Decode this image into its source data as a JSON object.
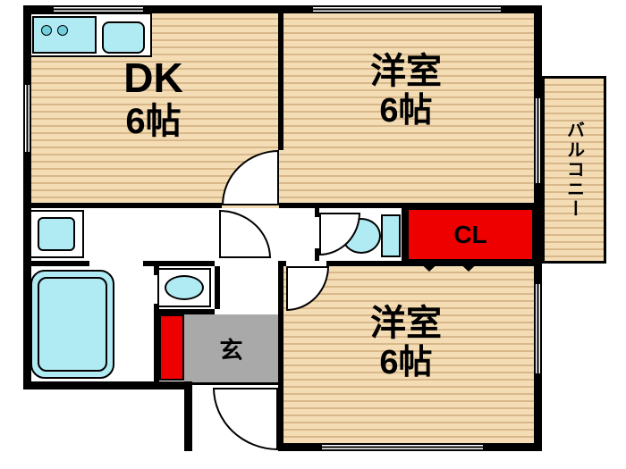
{
  "rooms": {
    "dk": {
      "label": "DK",
      "size": "6帖"
    },
    "western_top": {
      "label": "洋室",
      "size": "6帖"
    },
    "western_bottom": {
      "label": "洋室",
      "size": "6帖"
    },
    "balcony": {
      "label": "バルコニー"
    },
    "closet": {
      "label": "CL"
    },
    "entrance": {
      "label": "玄"
    }
  },
  "fixtures": {
    "bathtub": "bathtub",
    "toilet": "toilet",
    "kitchen_stove": "stove",
    "kitchen_sink": "kitchen-sink",
    "washbasin": "washbasin",
    "vanity_sink": "vanity-sink",
    "shoe_cabinet": "shoe-cabinet"
  },
  "colors": {
    "wall": "#000000",
    "fixture_fill": "#b0eaf2",
    "fixture_accent": "#6fcfdd",
    "accent_red": "#ee0000",
    "floor_base": "#f4ddb5",
    "floor_stripe": "#d8b88a",
    "genkan_gray": "#a9a9a9"
  }
}
